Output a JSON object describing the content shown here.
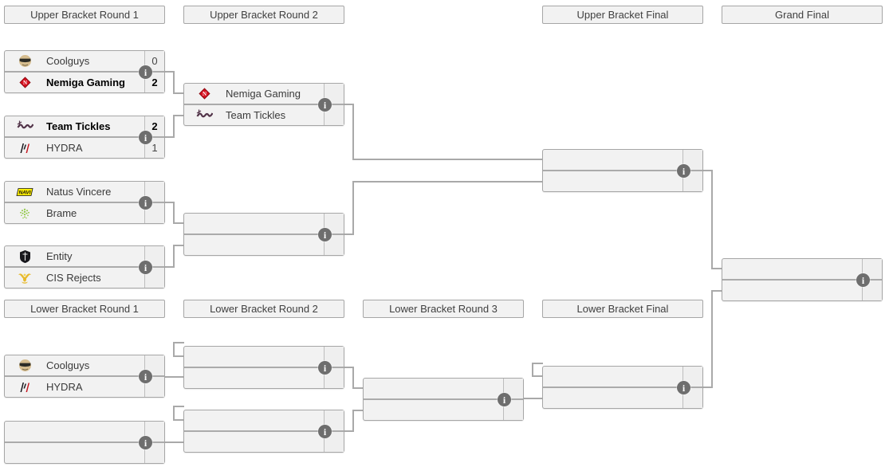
{
  "page": {
    "background": "#ffffff"
  },
  "colors": {
    "box_background": "#f2f2f2",
    "box_border": "#a6a6a6",
    "row_divider": "#ababab",
    "score_divider": "#bdbdbd",
    "connector": "#a9a9a9",
    "info_icon_background": "#6e6e6e",
    "info_icon_glyph": "#ffffff",
    "header_text": "#404040",
    "team_text": "#3a3a3a",
    "winner_text": "#000000",
    "nemiga_red": "#d8101f",
    "navi_yellow": "#ffef00",
    "brame_green": "#8dc63f",
    "cis_gold": "#e7b92a",
    "hydra_red": "#c5151f"
  },
  "headers": {
    "ub_r1": "Upper Bracket Round 1",
    "ub_r2": "Upper Bracket Round 2",
    "ub_final": "Upper Bracket Final",
    "grand_final": "Grand Final",
    "lb_r1": "Lower Bracket Round 1",
    "lb_r2": "Lower Bracket Round 2",
    "lb_r3": "Lower Bracket Round 3",
    "lb_final": "Lower Bracket Final"
  },
  "info_icon": {
    "glyph": "i"
  },
  "matches": {
    "ub_r1_m1": {
      "top": {
        "name": "Coolguys",
        "score": "0",
        "winner": false,
        "icon": "coolguys"
      },
      "bottom": {
        "name": "Nemiga Gaming",
        "score": "2",
        "winner": true,
        "icon": "nemiga"
      }
    },
    "ub_r1_m2": {
      "top": {
        "name": "Team Tickles",
        "score": "2",
        "winner": true,
        "icon": "tickles"
      },
      "bottom": {
        "name": "HYDRA",
        "score": "1",
        "winner": false,
        "icon": "hydra"
      }
    },
    "ub_r1_m3": {
      "top": {
        "name": "Natus Vincere",
        "score": "",
        "winner": false,
        "icon": "navi"
      },
      "bottom": {
        "name": "Brame",
        "score": "",
        "winner": false,
        "icon": "brame"
      }
    },
    "ub_r1_m4": {
      "top": {
        "name": "Entity",
        "score": "",
        "winner": false,
        "icon": "entity"
      },
      "bottom": {
        "name": "CIS Rejects",
        "score": "",
        "winner": false,
        "icon": "cis"
      }
    },
    "ub_r2_m1": {
      "top": {
        "name": "Nemiga Gaming",
        "score": "",
        "winner": false,
        "icon": "nemiga"
      },
      "bottom": {
        "name": "Team Tickles",
        "score": "",
        "winner": false,
        "icon": "tickles"
      }
    },
    "ub_r2_m2": {
      "top": {
        "name": "",
        "score": "",
        "winner": false,
        "icon": ""
      },
      "bottom": {
        "name": "",
        "score": "",
        "winner": false,
        "icon": ""
      }
    },
    "ub_final": {
      "top": {
        "name": "",
        "score": "",
        "winner": false,
        "icon": ""
      },
      "bottom": {
        "name": "",
        "score": "",
        "winner": false,
        "icon": ""
      }
    },
    "grand_final": {
      "top": {
        "name": "",
        "score": "",
        "winner": false,
        "icon": ""
      },
      "bottom": {
        "name": "",
        "score": "",
        "winner": false,
        "icon": ""
      }
    },
    "lb_r1_m1": {
      "top": {
        "name": "Coolguys",
        "score": "",
        "winner": false,
        "icon": "coolguys"
      },
      "bottom": {
        "name": "HYDRA",
        "score": "",
        "winner": false,
        "icon": "hydra"
      }
    },
    "lb_r1_m2": {
      "top": {
        "name": "",
        "score": "",
        "winner": false,
        "icon": ""
      },
      "bottom": {
        "name": "",
        "score": "",
        "winner": false,
        "icon": ""
      }
    },
    "lb_r2_m1": {
      "top": {
        "name": "",
        "score": "",
        "winner": false,
        "icon": ""
      },
      "bottom": {
        "name": "",
        "score": "",
        "winner": false,
        "icon": ""
      }
    },
    "lb_r2_m2": {
      "top": {
        "name": "",
        "score": "",
        "winner": false,
        "icon": ""
      },
      "bottom": {
        "name": "",
        "score": "",
        "winner": false,
        "icon": ""
      }
    },
    "lb_r3": {
      "top": {
        "name": "",
        "score": "",
        "winner": false,
        "icon": ""
      },
      "bottom": {
        "name": "",
        "score": "",
        "winner": false,
        "icon": ""
      }
    },
    "lb_final": {
      "top": {
        "name": "",
        "score": "",
        "winner": false,
        "icon": ""
      },
      "bottom": {
        "name": "",
        "score": "",
        "winner": false,
        "icon": ""
      }
    }
  }
}
